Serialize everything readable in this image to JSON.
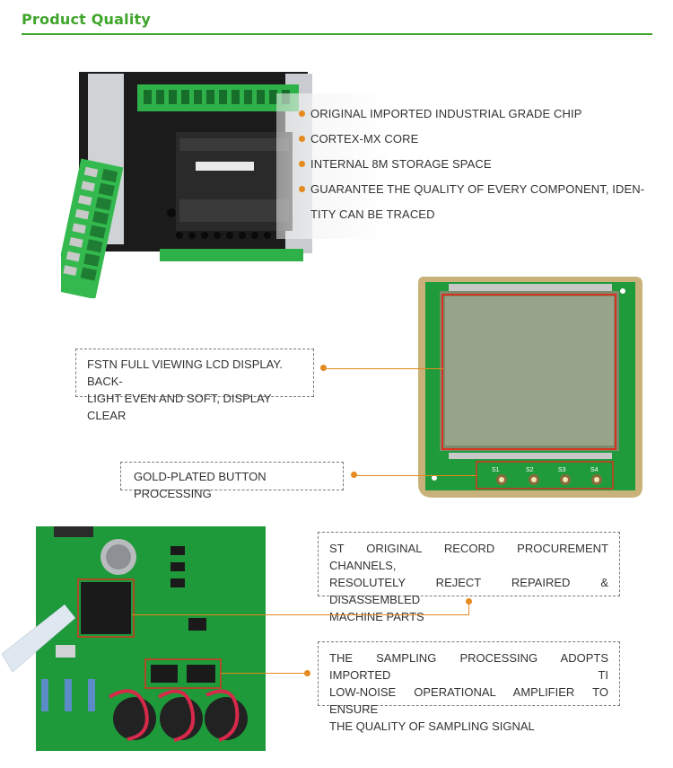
{
  "header": {
    "title": "Product Quality"
  },
  "features": [
    "ORIGINAL IMPORTED INDUSTRIAL GRADE CHIP",
    "CORTEX-MX CORE",
    "INTERNAL 8M STORAGE SPACE",
    "GUARANTEE THE QUALITY OF EVERY COMPONENT, IDEN-",
    "TITY CAN BE TRACED"
  ],
  "callouts": {
    "lcd_line1": "FSTN FULL VIEWING LCD DISPLAY. BACK-",
    "lcd_line2": "LIGHT EVEN AND SOFT, DISPLAY CLEAR",
    "button": "GOLD-PLATED BUTTON PROCESSING",
    "st_line1": "ST ORIGINAL RECORD PROCUREMENT CHANNELS,",
    "st_line2": "RESOLUTELY REJECT REPAIRED & DISASSEMBLED",
    "st_line3": "MACHINE PARTS",
    "ti_line1": "THE SAMPLING PROCESSING ADOPTS IMPORTED TI",
    "ti_line2": "LOW-NOISE OPERATIONAL AMPLIFIER TO ENSURE",
    "ti_line3": "THE QUALITY OF SAMPLING SIGNAL"
  },
  "board_labels": {
    "s1": "S1",
    "s2": "S2",
    "s3": "S3",
    "s4": "S4"
  },
  "colors": {
    "accent_green": "#3fa52a",
    "bullet_orange": "#e48a1e",
    "pcb_green": "#1e9a3a",
    "highlight_red": "#d8321e"
  }
}
